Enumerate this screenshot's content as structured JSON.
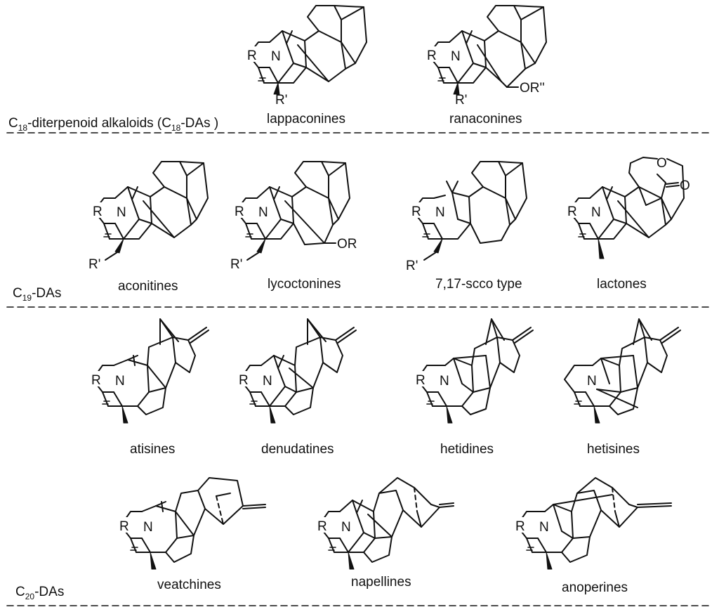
{
  "groups": {
    "c18": {
      "label_pre": "C",
      "label_sub": "18",
      "label_mid": "-diterpenoid alkaloids (C",
      "label_sub2": "18",
      "label_post": "-DAs )"
    },
    "c19": {
      "label_pre": "C",
      "label_sub": "19",
      "label_post": "-DAs"
    },
    "c20": {
      "label_pre": "C",
      "label_sub": "20",
      "label_post": "-DAs"
    }
  },
  "compounds": {
    "lappaconines": {
      "name": "lappaconines",
      "atom_r": "R",
      "atom_n": "N",
      "atom_rp": "R'"
    },
    "ranaconines": {
      "name": "ranaconines",
      "atom_r": "R",
      "atom_n": "N",
      "atom_rp": "R'",
      "atom_or": "OR''"
    },
    "aconitines": {
      "name": "aconitines",
      "atom_r": "R",
      "atom_n": "N",
      "atom_rp": "R'"
    },
    "lycoctonines": {
      "name": "lycoctonines",
      "atom_r": "R",
      "atom_n": "N",
      "atom_rp": "R'",
      "atom_or": "OR"
    },
    "seco": {
      "name": "7,17-scco type",
      "atom_r": "R",
      "atom_n": "N",
      "atom_rp": "R'"
    },
    "lactones": {
      "name": "lactones",
      "atom_r": "R",
      "atom_n": "N",
      "atom_o1": "O",
      "atom_o2": "O"
    },
    "atisines": {
      "name": "atisines",
      "atom_r": "R",
      "atom_n": "N"
    },
    "denudatines": {
      "name": "denudatines",
      "atom_r": "R",
      "atom_n": "N"
    },
    "hetidines": {
      "name": "hetidines",
      "atom_r": "R",
      "atom_n": "N"
    },
    "hetisines": {
      "name": "hetisines",
      "atom_n": "N"
    },
    "veatchines": {
      "name": "veatchines",
      "atom_r": "R",
      "atom_n": "N"
    },
    "napellines": {
      "name": "napellines",
      "atom_r": "R",
      "atom_n": "N"
    },
    "anoperines": {
      "name": "anoperines",
      "atom_r": "R",
      "atom_n": "N"
    }
  }
}
